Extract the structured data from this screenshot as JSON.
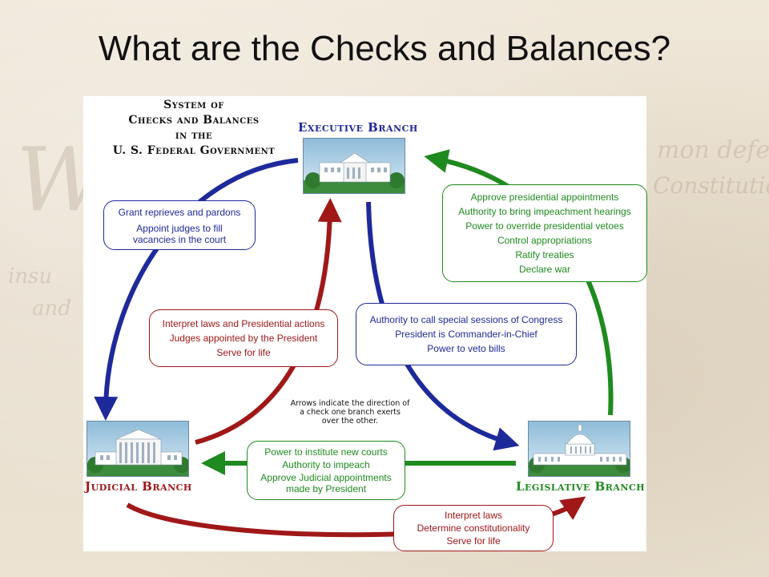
{
  "slide": {
    "title": "What are the Checks and Balances?"
  },
  "diagram": {
    "system_title": [
      "System of",
      "Checks and Balances",
      "in the",
      "U. S. Federal Government"
    ],
    "branches": {
      "executive": "Executive Branch",
      "judicial": "Judicial Branch",
      "legislative": "Legislative Branch"
    },
    "boxes": {
      "exec_to_judicial": [
        "Grant reprieves and pardons",
        "Appoint judges to fill",
        "vacancies in the court"
      ],
      "judicial_to_exec": [
        "Interpret laws and Presidential actions",
        "Judges appointed by the President",
        "Serve for life"
      ],
      "exec_to_legislative": [
        "Authority to call special sessions of Congress",
        "President is Commander-in-Chief",
        "Power to veto bills"
      ],
      "legislative_to_exec": [
        "Approve presidential appointments",
        "Authority to bring impeachment hearings",
        "Power to override presidential vetoes",
        "Control appropriations",
        "Ratify treaties",
        "Declare war"
      ],
      "legislative_to_judicial": [
        "Power to institute new courts",
        "Authority to impeach",
        "Approve Judicial appointments",
        "made by President"
      ],
      "judicial_to_legislative": [
        "Interpret laws",
        "Determine constitutionality",
        "Serve for life"
      ]
    },
    "note": "Arrows indicate the direction of a check one branch exerts over the other.",
    "colors": {
      "blue": "#1e2a9a",
      "red": "#a01818",
      "green": "#1f8a1f"
    }
  }
}
